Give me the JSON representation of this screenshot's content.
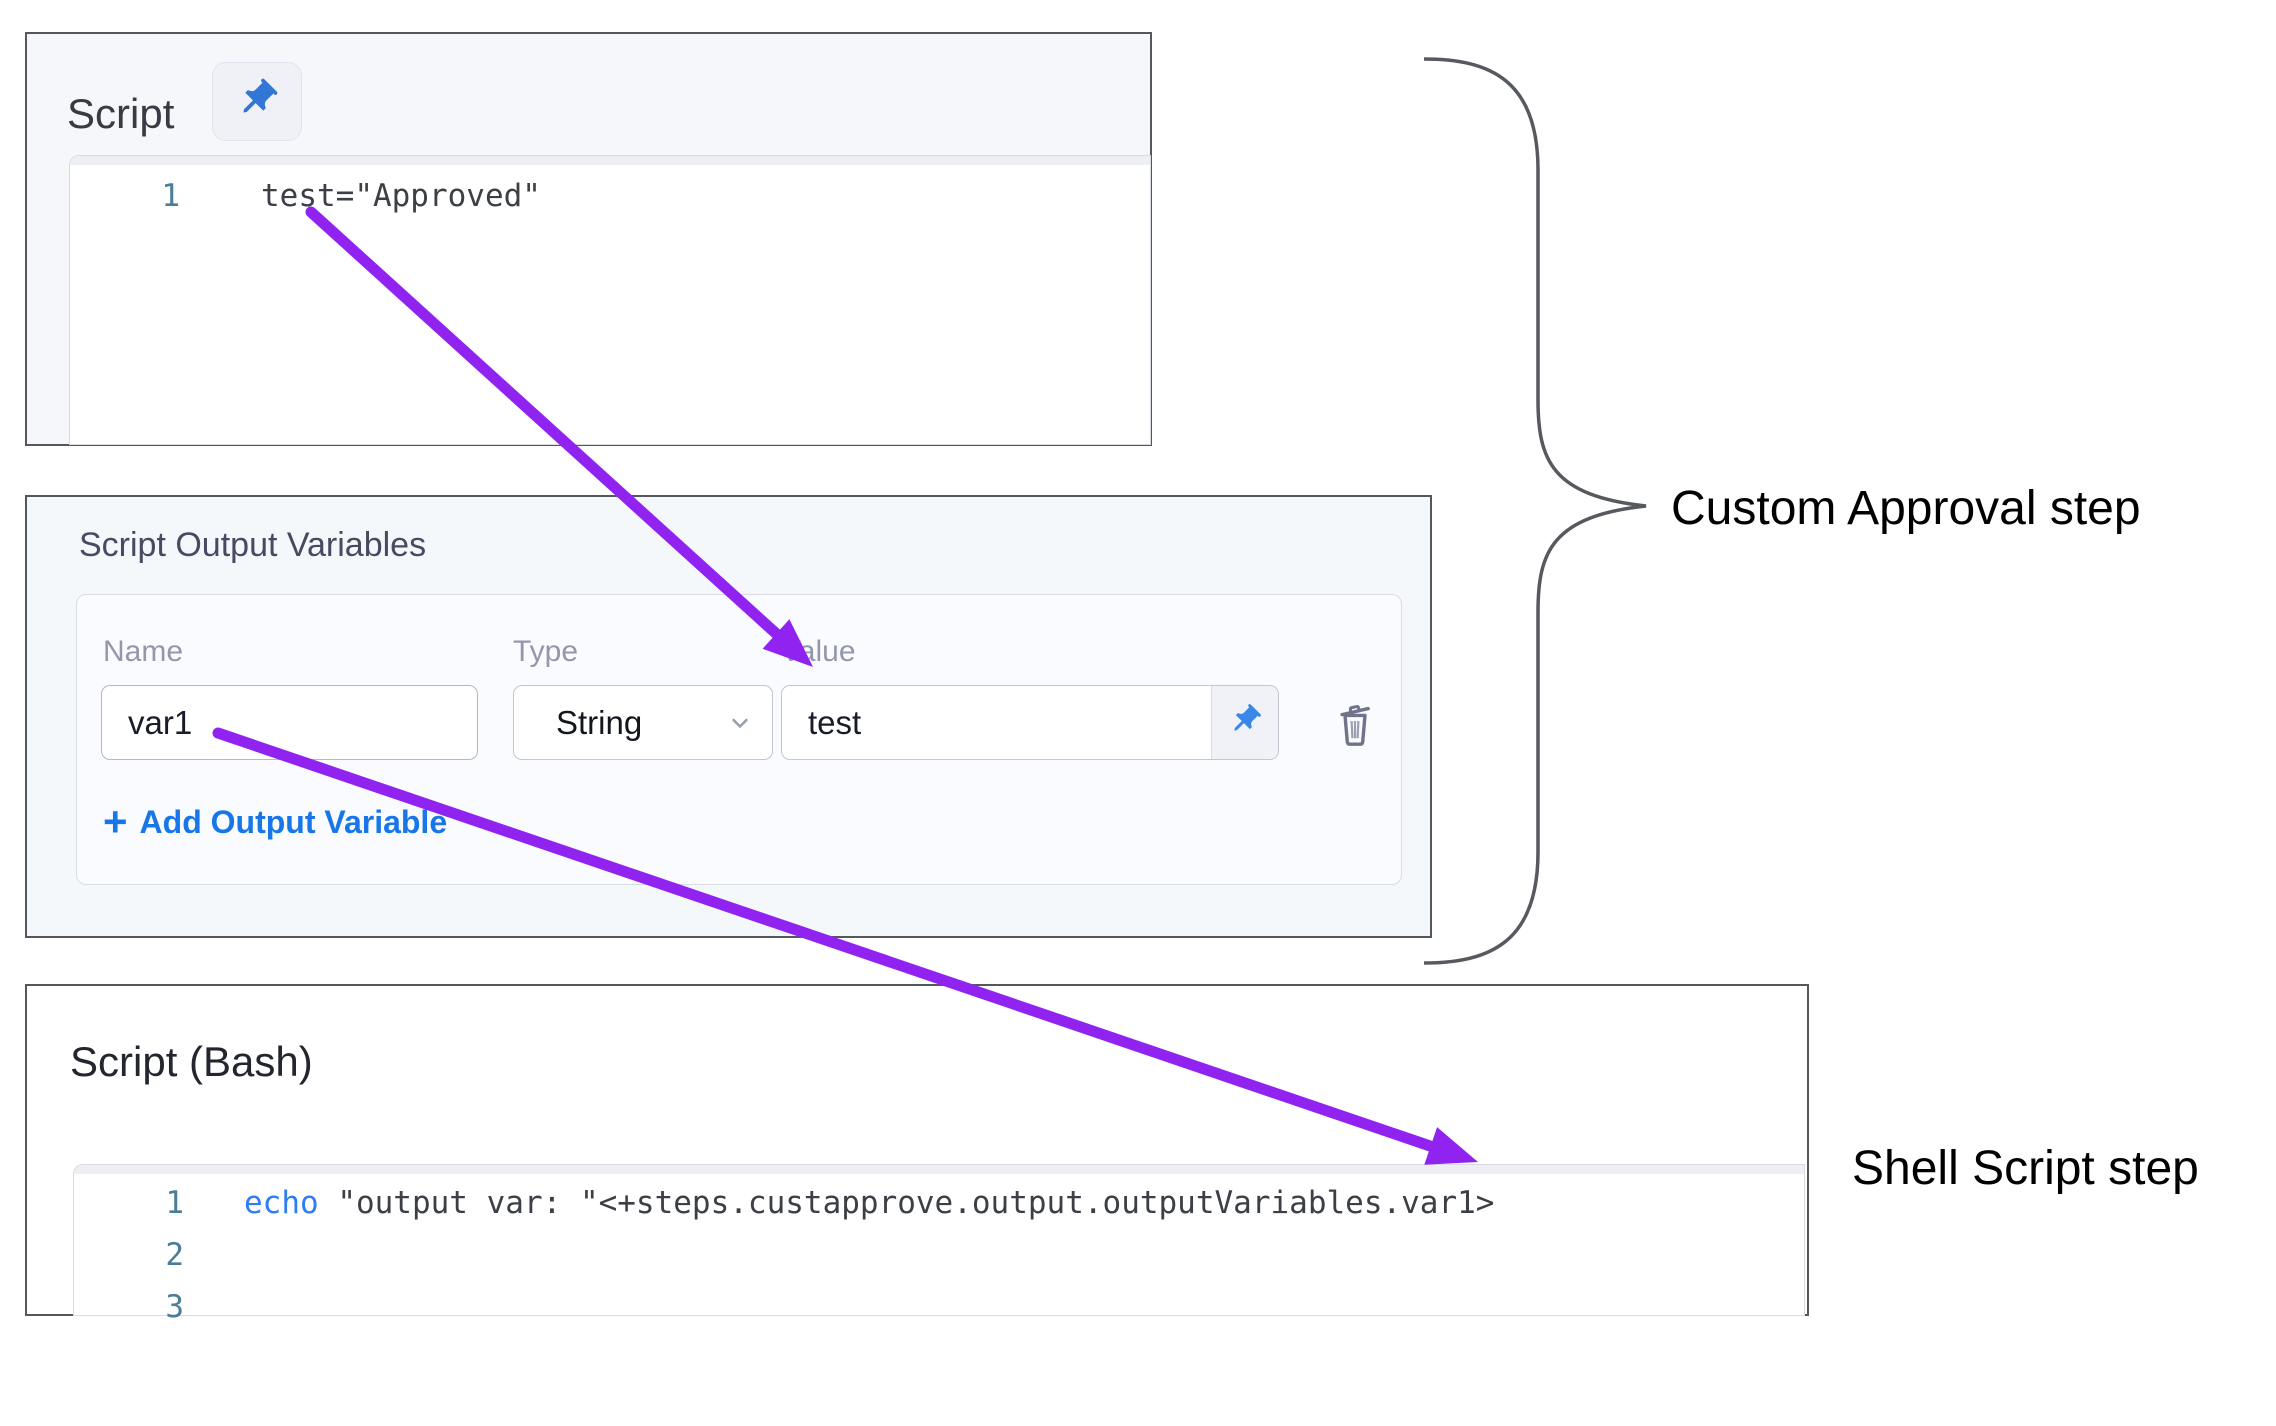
{
  "colors": {
    "accent_purple": "#9123F0",
    "pin_blue": "#3276D8",
    "link_blue": "#1776E8",
    "code_keyword_blue": "#2E7CF6",
    "line_number_teal": "#4A7D99",
    "panel_border": "#54575C",
    "panel_tint_background": "#F5F8FB"
  },
  "approval_script_panel": {
    "title": "Script",
    "pin_icon": "pushpin-icon",
    "code": {
      "lines": [
        {
          "number": "1",
          "text": "test=\"Approved\""
        }
      ]
    }
  },
  "output_variables_panel": {
    "title": "Script Output Variables",
    "columns": {
      "name": "Name",
      "type": "Type",
      "value": "Value"
    },
    "row": {
      "name": "var1",
      "type": "String",
      "value": "test"
    },
    "add_button": {
      "plus": "+",
      "label": "Add Output Variable"
    }
  },
  "shell_script_panel": {
    "title": "Script (Bash)",
    "code": {
      "lines": [
        {
          "number": "1",
          "keyword": "echo",
          "text": " \"output var: \"<+steps.custapprove.output.outputVariables.var1>"
        },
        {
          "number": "2",
          "keyword": "",
          "text": ""
        },
        {
          "number": "3",
          "keyword": "",
          "text": ""
        }
      ]
    }
  },
  "annotations": {
    "custom_approval_label": "Custom Approval step",
    "shell_script_label": "Shell Script step"
  }
}
